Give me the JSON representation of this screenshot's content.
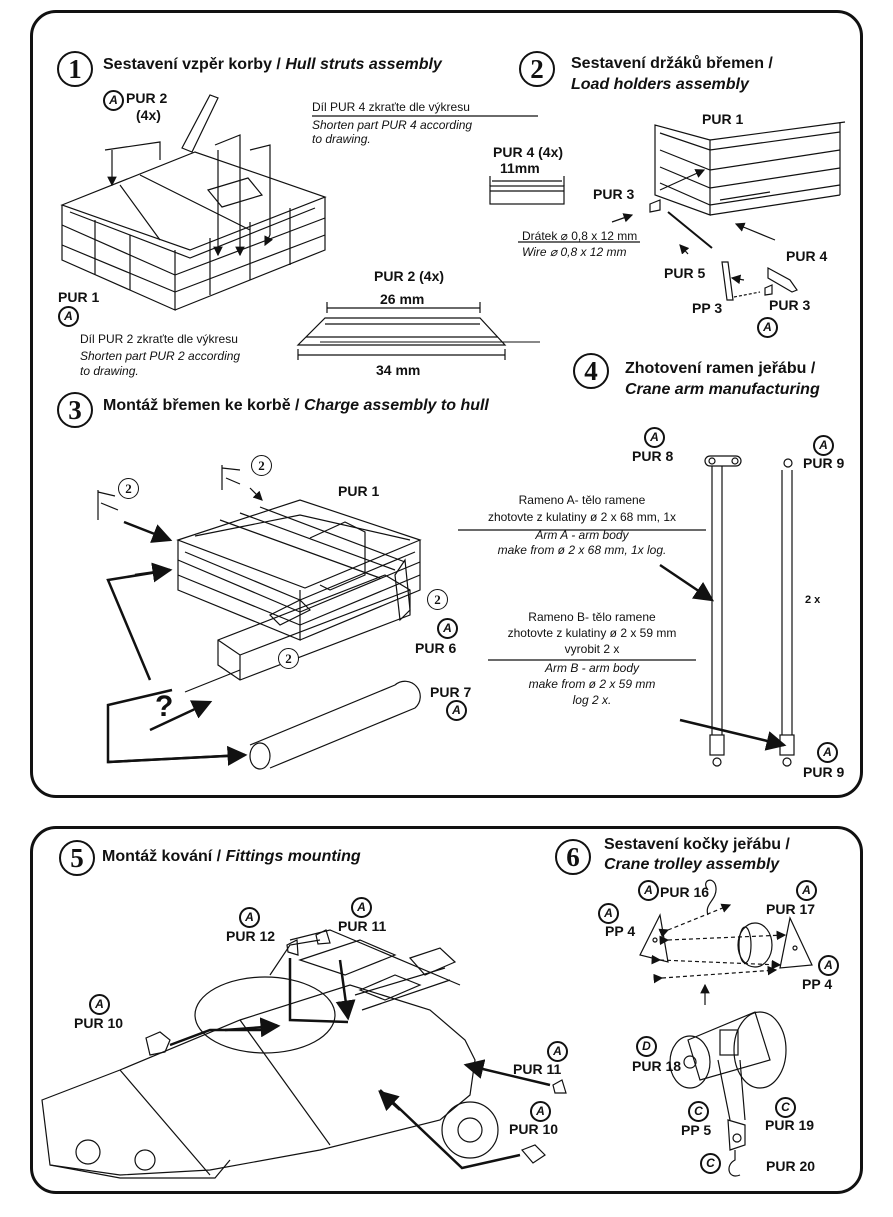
{
  "steps": [
    {
      "number": "1",
      "title_cz": "Sestavení vzpěr korby / ",
      "title_en": "Hull struts assembly"
    },
    {
      "number": "2",
      "title_cz": "Sestavení držáků břemen /",
      "title_en": "Load holders assembly"
    },
    {
      "number": "3",
      "title_cz": "Montáž břemen ke korbě / ",
      "title_en": "Charge assembly to hull"
    },
    {
      "number": "4",
      "title_cz": "Zhotovení ramen jeřábu /",
      "title_en": "Crane arm manufacturing"
    },
    {
      "number": "5",
      "title_cz": "Montáž kování / ",
      "title_en": "Fittings mounting"
    },
    {
      "number": "6",
      "title_cz": "Sestavení kočky jeřábu /",
      "title_en": "Crane trolley assembly"
    }
  ],
  "step1": {
    "part_pur2": "PUR 2",
    "qty_4x": "(4x)",
    "part_pur1": "PUR 1",
    "note_pur4_cz": "Díl PUR 4 zkraťte dle výkresu",
    "note_pur4_en_1": "Shorten part PUR 4 according",
    "note_pur4_en_2": "to drawing.",
    "pur4_label": "PUR 4 (4x)",
    "pur4_dim": "11mm",
    "pur2_label": "PUR 2 (4x)",
    "pur2_dim_top": "26 mm",
    "pur2_dim_bottom": "34 mm",
    "note_pur2_cz": "Díl PUR 2 zkraťte dle výkresu",
    "note_pur2_en_1": "Shorten part PUR 2 according",
    "note_pur2_en_2": "to drawing."
  },
  "step2": {
    "pur1": "PUR 1",
    "pur3_a": "PUR 3",
    "wire_cz": "Drátek ⌀ 0,8 x 12 mm",
    "wire_en": "Wire  ⌀  0,8 x 12 mm",
    "pur4": "PUR 4",
    "pur5": "PUR 5",
    "pp3": "PP 3",
    "pur3_b": "PUR 3"
  },
  "step3": {
    "pur1": "PUR 1",
    "pur6": "PUR 6",
    "pur7": "PUR 7",
    "ref": "2",
    "question": "?"
  },
  "step4": {
    "pur8": "PUR 8",
    "pur9_top": "PUR 9",
    "pur9_bottom": "PUR 9",
    "qty": "2 x",
    "armA_1": "Rameno A- tělo ramene",
    "armA_2": "zhotovte z kulatiny ø 2 x 68 mm, 1x",
    "armA_3": "Arm A - arm body",
    "armA_4": "make from ø 2 x 68 mm, 1x log.",
    "armB_1": "Rameno B- tělo ramene",
    "armB_2": "zhotovte z kulatiny ø 2 x 59 mm",
    "armB_3": "vyrobit 2 x",
    "armB_4": "Arm B - arm body",
    "armB_5": "make from ø 2 x 59 mm",
    "armB_6": "log 2 x."
  },
  "step5": {
    "pur10_a": "PUR 10",
    "pur12": "PUR 12",
    "pur11_a": "PUR 11",
    "pur11_b": "PUR 11",
    "pur10_b": "PUR 10"
  },
  "step6": {
    "pur16": "PUR 16",
    "pur17": "PUR 17",
    "pp4_a": "PP 4",
    "pp4_b": "PP 4",
    "pur18": "PUR 18",
    "pp5": "PP 5",
    "pur19": "PUR 19",
    "pur20": "PUR 20"
  },
  "badges": {
    "a": "A",
    "c": "C",
    "d": "D"
  }
}
